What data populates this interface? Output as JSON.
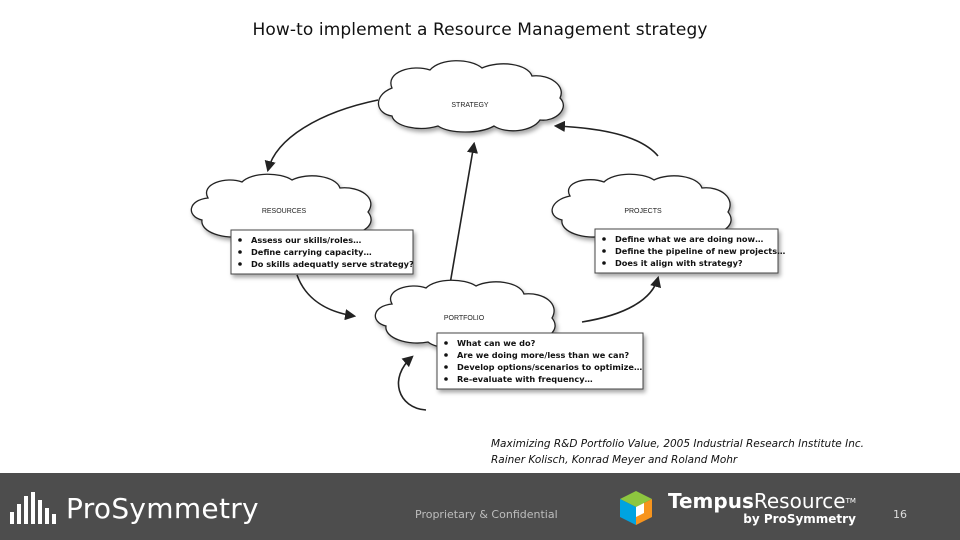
{
  "title": "How-to implement a Resource Management strategy",
  "diagram": {
    "clouds": {
      "strategy": "STRATEGY",
      "resources": "RESOURCES",
      "projects": "PROJECTS",
      "portfolio": "PORTFOLIO"
    },
    "boxes": {
      "resources": [
        "Assess our skills/roles…",
        "Define carrying capacity…",
        "Do skills adequatly serve strategy?"
      ],
      "projects": [
        "Define what we are doing now…",
        "Define the pipeline of new projects…",
        "Does it align with strategy?"
      ],
      "portfolio": [
        "What can we do?",
        "Are we doing more/less than we can?",
        "Develop options/scenarios to optimize…",
        "Re-evaluate with frequency…"
      ]
    }
  },
  "citation": {
    "line1": "Maximizing R&D Portfolio Value,  2005 Industrial Research Institute Inc.",
    "line2": "Rainer Kolisch, Konrad Meyer and Roland Mohr"
  },
  "footer": {
    "brand_name": "ProSymmetry",
    "confidential": "Proprietary & Confidential",
    "tempus_brand_bold": "Tempus",
    "tempus_brand_rest": "Resource",
    "tempus_tm": "TM",
    "tempus_byline": "by ProSymmetry",
    "page_number": "16",
    "colors": {
      "bar": "#4d4d4d",
      "accent_green": "#8dc63f",
      "accent_blue": "#00a3e0",
      "accent_orange": "#f7941d"
    }
  }
}
